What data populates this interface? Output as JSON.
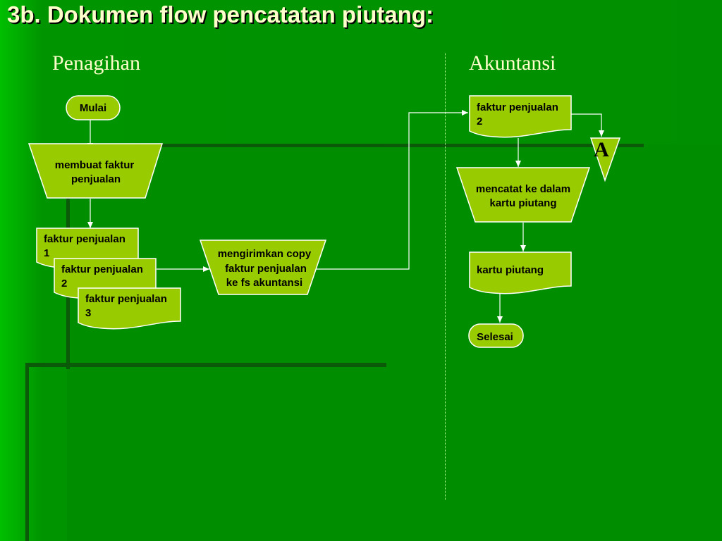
{
  "title": "3b. Dokumen flow pencatatan piutang:",
  "lanes": {
    "left": "Penagihan",
    "right": "Akuntansi"
  },
  "nodes": {
    "start": "Mulai",
    "process_create": [
      "membuat faktur",
      "penjualan"
    ],
    "doc1": [
      "faktur penjualan",
      "1"
    ],
    "doc2": [
      "faktur penjualan",
      "2"
    ],
    "doc3": [
      "faktur penjualan",
      "3"
    ],
    "process_send": [
      "mengirimkan copy",
      "faktur penjualan",
      "ke fs akuntansi"
    ],
    "doc_accounting": [
      "faktur penjualan",
      "2"
    ],
    "connector": "A",
    "process_record": [
      "mencatat ke dalam",
      "kartu piutang"
    ],
    "card": "kartu piutang",
    "end": "Selesai"
  },
  "colors": {
    "shape_fill": "#99cc00",
    "shape_stroke": "#ffffff",
    "line": "#ffffff",
    "title_text": "#ffffcc"
  }
}
